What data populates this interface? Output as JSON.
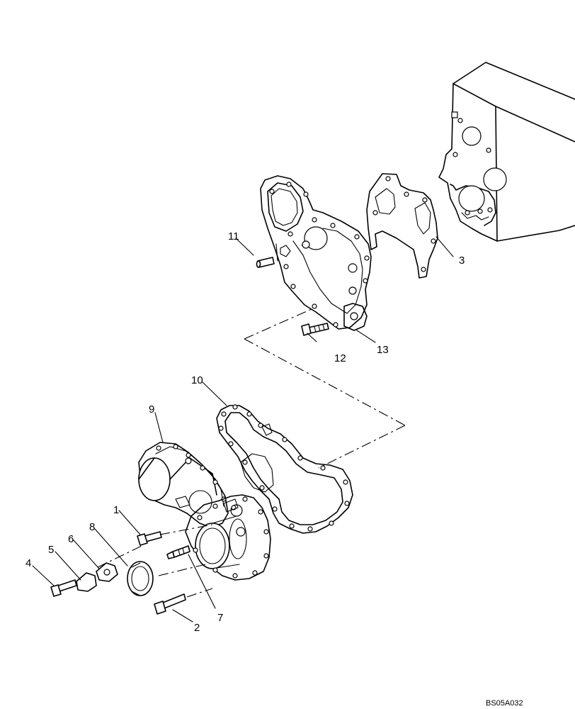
{
  "diagram": {
    "callouts": [
      {
        "id": "1",
        "label": "1"
      },
      {
        "id": "2",
        "label": "2"
      },
      {
        "id": "3",
        "label": "3"
      },
      {
        "id": "4",
        "label": "4"
      },
      {
        "id": "5",
        "label": "5"
      },
      {
        "id": "6",
        "label": "6"
      },
      {
        "id": "7",
        "label": "7"
      },
      {
        "id": "8",
        "label": "8"
      },
      {
        "id": "9",
        "label": "9"
      },
      {
        "id": "10",
        "label": "10"
      },
      {
        "id": "11",
        "label": "11"
      },
      {
        "id": "12",
        "label": "12"
      },
      {
        "id": "13",
        "label": "13"
      }
    ],
    "reference_code": "BS05A032"
  }
}
